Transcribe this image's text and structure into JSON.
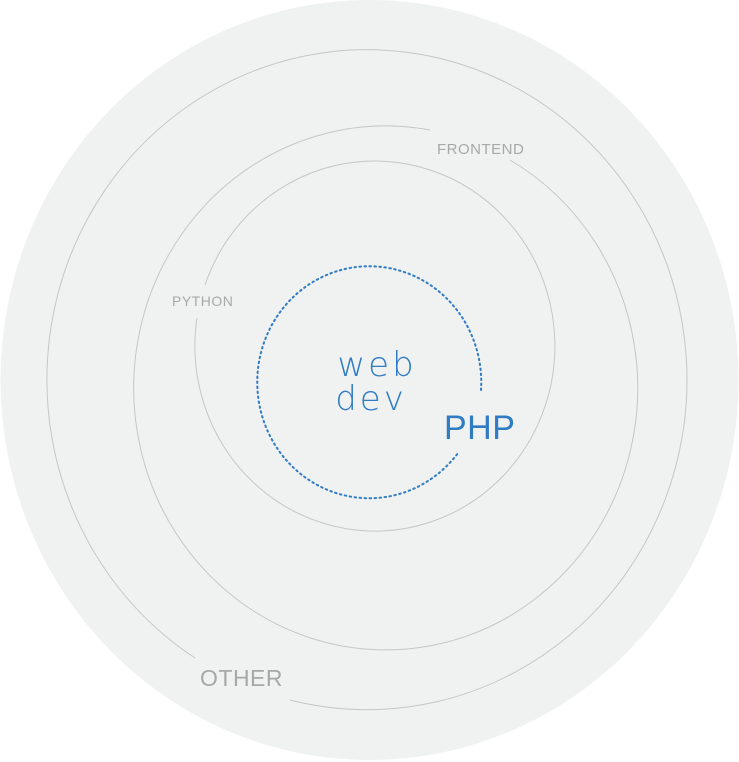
{
  "diagram": {
    "center": {
      "line1": "web",
      "line2": "dev"
    },
    "rings": [
      {
        "label": "PHP",
        "color": "#2f7bc4"
      },
      {
        "label": "PYTHON",
        "color": "#a8a8a8"
      },
      {
        "label": "FRONTEND",
        "color": "#a8a8a8"
      },
      {
        "label": "OTHER",
        "color": "#a8a8a8"
      }
    ],
    "colors": {
      "background_disc": "#f0f1f1",
      "ring_stroke": "#c6c6c6",
      "accent": "#2f7bc4"
    }
  }
}
